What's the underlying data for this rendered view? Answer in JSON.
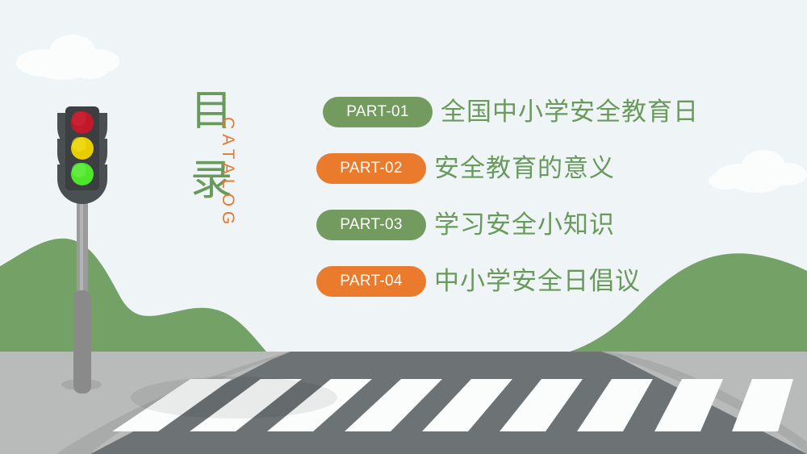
{
  "slide": {
    "title_cn": "目\n录",
    "title_en": "CATALOG",
    "background_color": "#eff4f7"
  },
  "palette": {
    "sky": "#eff4f7",
    "hill_green": "#74a165",
    "accent_green": "#6a9a5b",
    "badge_green": "#749b5f",
    "accent_orange": "#e8772e",
    "badge_orange": "#ea7b2d",
    "road_asphalt": "#6d7375",
    "sidewalk": "#b9bbba",
    "sidewalk_edge": "#a9abaa",
    "crosswalk_stripe": "#fbfcfc",
    "pole_light": "#9b9b9b",
    "pole_dark": "#8a8a8a",
    "housing_dark": "#3b3f42",
    "visor": "#4a4f52",
    "lamp_red": "#c2192a",
    "lamp_yellow": "#e8ce00",
    "lamp_green": "#4ee62b",
    "cloud": "#fbfdfd"
  },
  "agenda": {
    "items": [
      {
        "badge": "PART-01",
        "label": "全国中小学安全教育日",
        "color": "green",
        "indent": 8
      },
      {
        "badge": "PART-02",
        "label": "安全教育的意义",
        "color": "orange",
        "indent": 0
      },
      {
        "badge": "PART-03",
        "label": "学习安全小知识",
        "color": "green",
        "indent": 0
      },
      {
        "badge": "PART-04",
        "label": "中小学安全日倡议",
        "color": "orange",
        "indent": 0
      }
    ]
  },
  "traffic_light": {
    "lamps": [
      {
        "name": "red-lamp",
        "state": "on",
        "color": "#c2192a"
      },
      {
        "name": "yellow-lamp",
        "state": "on",
        "color": "#e8ce00"
      },
      {
        "name": "green-lamp",
        "state": "on",
        "color": "#4ee62b"
      }
    ]
  },
  "scenery": {
    "clouds": 2,
    "hills": 2,
    "crosswalk_stripes": 9
  }
}
